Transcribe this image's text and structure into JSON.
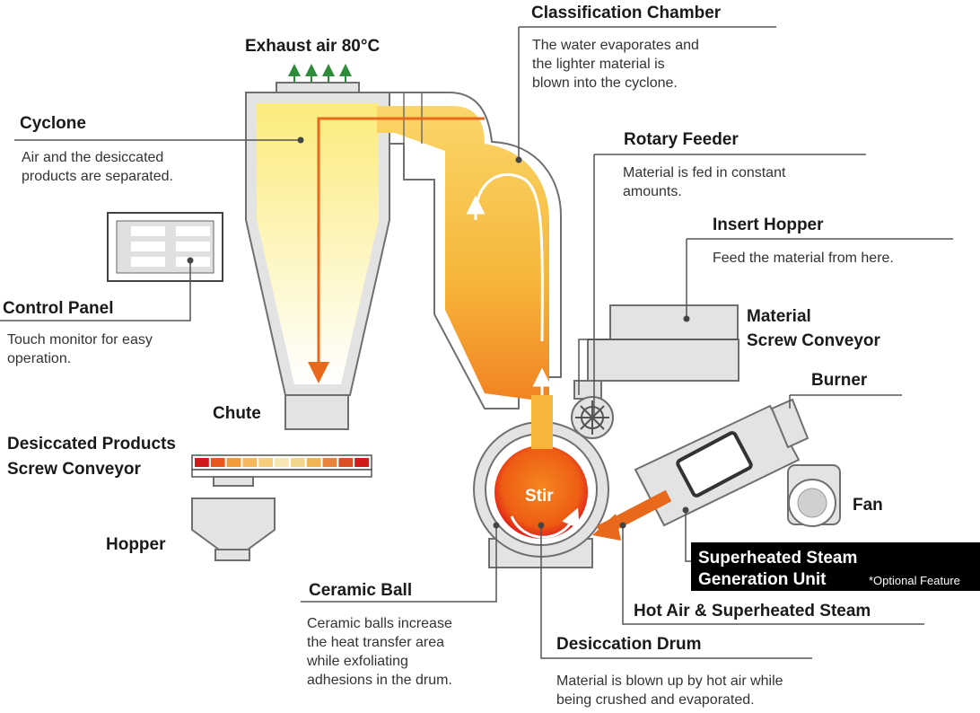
{
  "labels": {
    "exhaust": "Exhaust air 80°C",
    "classification_title": "Classification Chamber",
    "classification_desc": [
      "The water evaporates and",
      "the lighter material is",
      "blown into the cyclone."
    ],
    "cyclone_title": "Cyclone",
    "cyclone_desc": [
      "Air and the desiccated",
      "products are separated."
    ],
    "rotary_title": "Rotary Feeder",
    "rotary_desc": [
      "Material is fed in constant",
      "amounts."
    ],
    "hopper_insert_title": "Insert Hopper",
    "hopper_insert_desc": "Feed the material from here.",
    "control_title": "Control Panel",
    "control_desc": [
      "Touch monitor for easy",
      "operation."
    ],
    "material_conveyor": [
      "Material",
      "Screw Conveyor"
    ],
    "burner": "Burner",
    "chute": "Chute",
    "desiccated_conveyor": [
      "Desiccated Products",
      "Screw Conveyor"
    ],
    "stir": "Stir",
    "fan": "Fan",
    "steam_unit": [
      "Superheated Steam",
      "Generation Unit"
    ],
    "optional": "*Optional Feature",
    "hopper": "Hopper",
    "ceramic_title": "Ceramic Ball",
    "ceramic_desc": [
      "Ceramic balls increase",
      "the heat transfer area",
      "while exfoliating",
      "adhesions in the drum."
    ],
    "hot_air": "Hot Air & Superheated Steam",
    "drum_title": "Desiccation Drum",
    "drum_desc": [
      "Material is blown up by hot air while",
      "being crushed and evaporated."
    ]
  },
  "colors": {
    "flow_warm": "#f9d45a",
    "flow_hot": "#ef6a12",
    "arrow_orange": "#e8691b",
    "exhaust_arrow": "#2e8b3a",
    "drum_red": "#e31b1b",
    "badge_bg": "#000000",
    "conveyor_segments": [
      "#d11a1a",
      "#e8571d",
      "#f29b38",
      "#f6b85a",
      "#f8cd7a",
      "#f5e6b4",
      "#f2d78a",
      "#f0b453",
      "#e9823a",
      "#dc4f25",
      "#d11a1a"
    ]
  }
}
